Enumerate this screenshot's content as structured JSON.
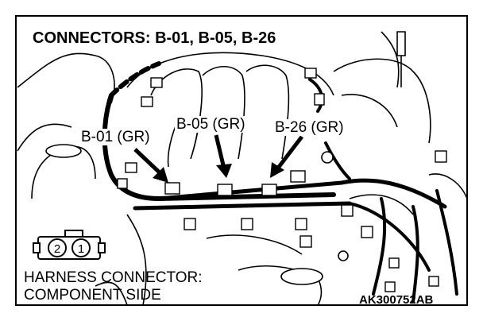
{
  "title": "CONNECTORS: B-01, B-05, B-26",
  "connectors": [
    {
      "label": "B-01 (GR)"
    },
    {
      "label": "B-05 (GR)"
    },
    {
      "label": "B-26 (GR)"
    }
  ],
  "harness_connector": {
    "pins": [
      "2",
      "1"
    ],
    "caption_line1": "HARNESS CONNECTOR:",
    "caption_line2": "COMPONENT SIDE"
  },
  "figure_code": "AK300752AB"
}
